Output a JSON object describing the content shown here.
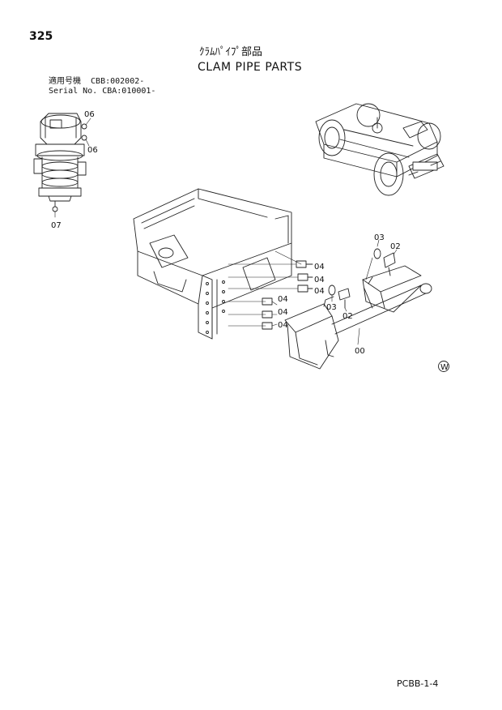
{
  "page_number": "325",
  "title_jp": "ｸﾗﾑﾊﾟｲﾌﾟ部品",
  "title_en": "CLAM PIPE PARTS",
  "applicability": {
    "line1": "適用号機  CBB:002002-",
    "line2": "Serial No. CBA:010001-"
  },
  "callouts": {
    "c06a": "06",
    "c06b": "06",
    "c07": "07",
    "c03": "03",
    "c02a": "02",
    "c04a": "04",
    "c04b": "04",
    "c04c": "04",
    "c04d": "04",
    "c04e": "04",
    "c04f": "04",
    "c03b": "03",
    "c02b": "02",
    "c00": "00"
  },
  "symbol": "W",
  "page_code": "PCBB-1-4"
}
